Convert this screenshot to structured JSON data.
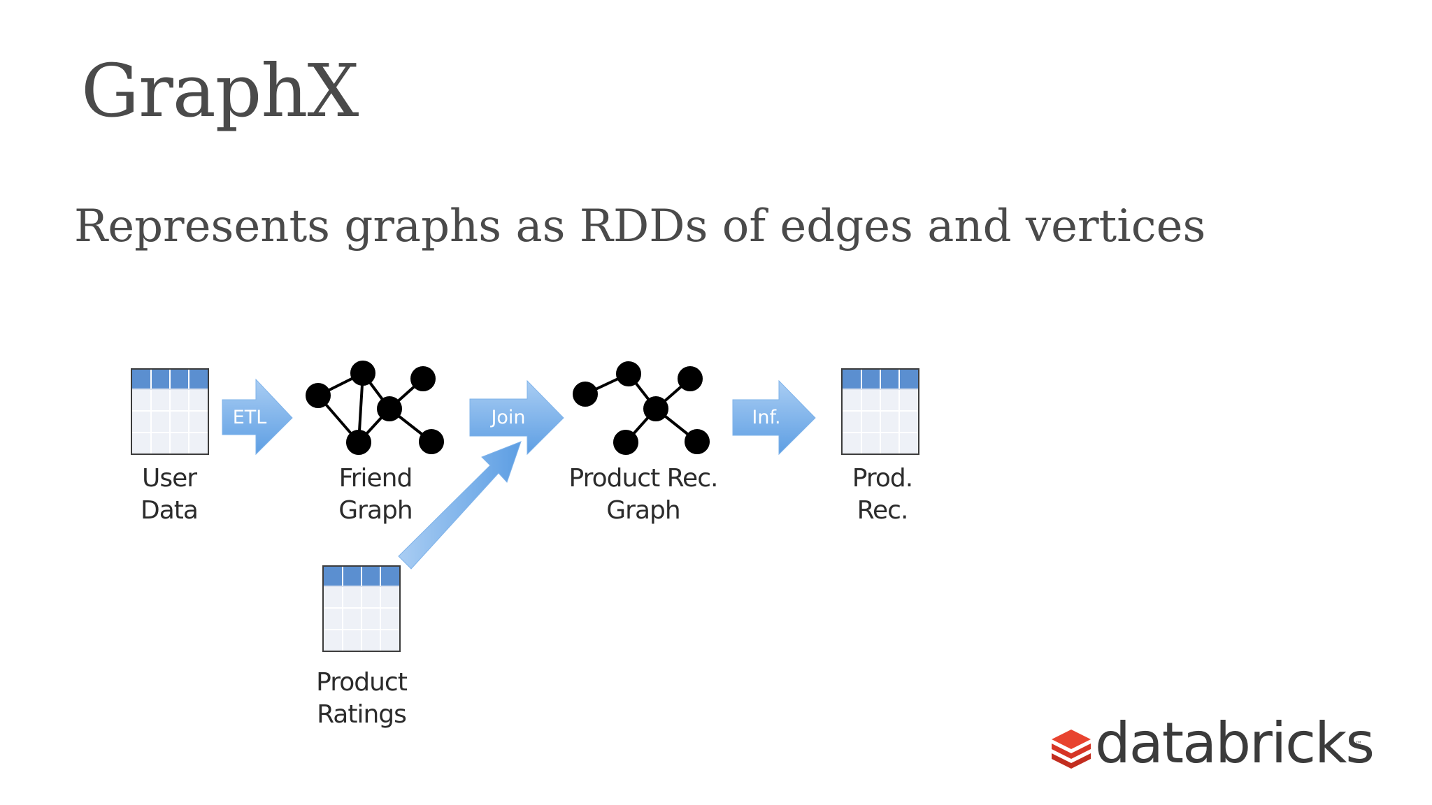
{
  "slide": {
    "title": "GraphX",
    "subtitle": "Represents graphs as RDDs of edges and vertices"
  },
  "diagram": {
    "nodes": [
      {
        "id": "user_data",
        "line1": "User",
        "line2": "Data",
        "icon": "table-icon"
      },
      {
        "id": "friend_graph",
        "line1": "Friend",
        "line2": "Graph",
        "icon": "graph-icon"
      },
      {
        "id": "product_rec_graph",
        "line1": "Product Rec.",
        "line2": "Graph",
        "icon": "graph-icon"
      },
      {
        "id": "prod_rec",
        "line1": "Prod.",
        "line2": "Rec.",
        "icon": "table-icon"
      },
      {
        "id": "product_ratings",
        "line1": "Product",
        "line2": "Ratings",
        "icon": "table-icon"
      }
    ],
    "arrows": [
      {
        "from": "user_data",
        "to": "friend_graph",
        "label": "ETL"
      },
      {
        "from": "friend_graph",
        "to": "product_rec_graph",
        "label": "Join"
      },
      {
        "from": "product_ratings",
        "to": "product_rec_graph",
        "label": ""
      },
      {
        "from": "product_rec_graph",
        "to": "prod_rec",
        "label": "Inf."
      }
    ]
  },
  "brand": {
    "name": "databricks",
    "trademark": "™",
    "logo_color": "#e8432f",
    "arrow_color": "#6aa8e6",
    "table_header_color": "#5b8fd0"
  }
}
